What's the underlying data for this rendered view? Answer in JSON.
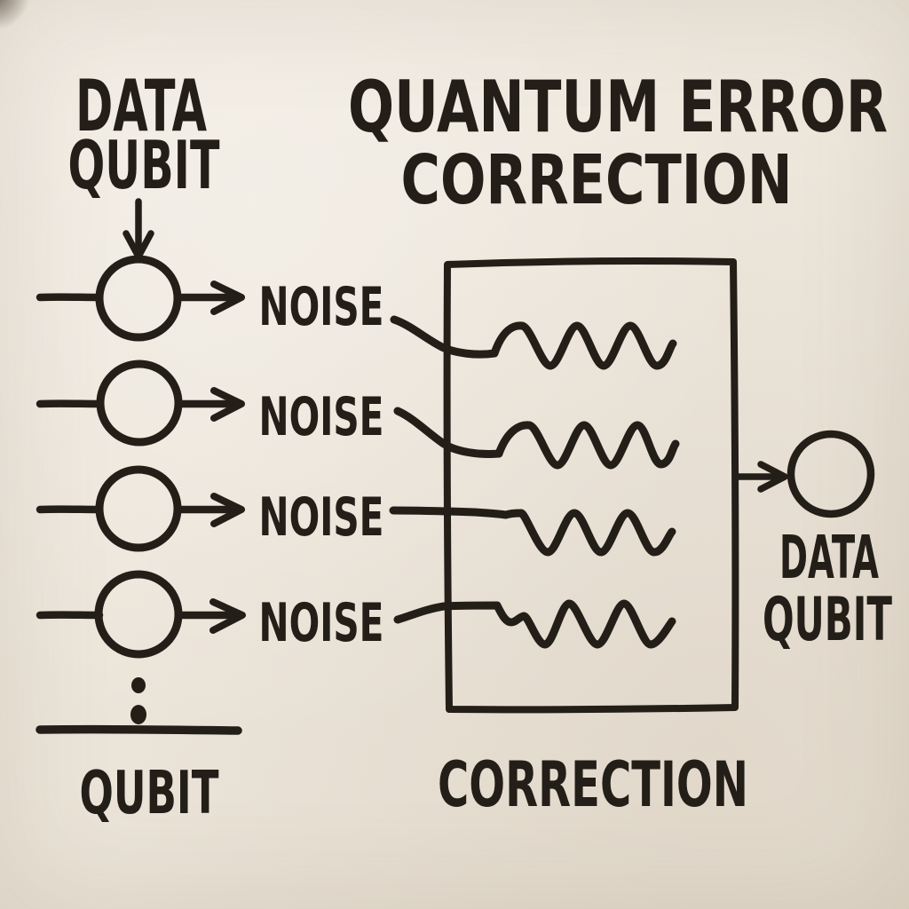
{
  "colors": {
    "background": "#ece5da",
    "ink": "#231e18"
  },
  "title": {
    "line1": "QUANTUM ERROR",
    "line2": "CORRECTION"
  },
  "input_qubit_label": {
    "line1": "DATA",
    "line2": "QUBIT"
  },
  "noise_labels": [
    "NOISE",
    "NOISE",
    "NOISE",
    "NOISE"
  ],
  "correction_box_label": "CORRECTION",
  "output_qubit_label": {
    "line1": "DATA",
    "line2": "QUBIT"
  },
  "qubit_axis_label": "QUBIT"
}
